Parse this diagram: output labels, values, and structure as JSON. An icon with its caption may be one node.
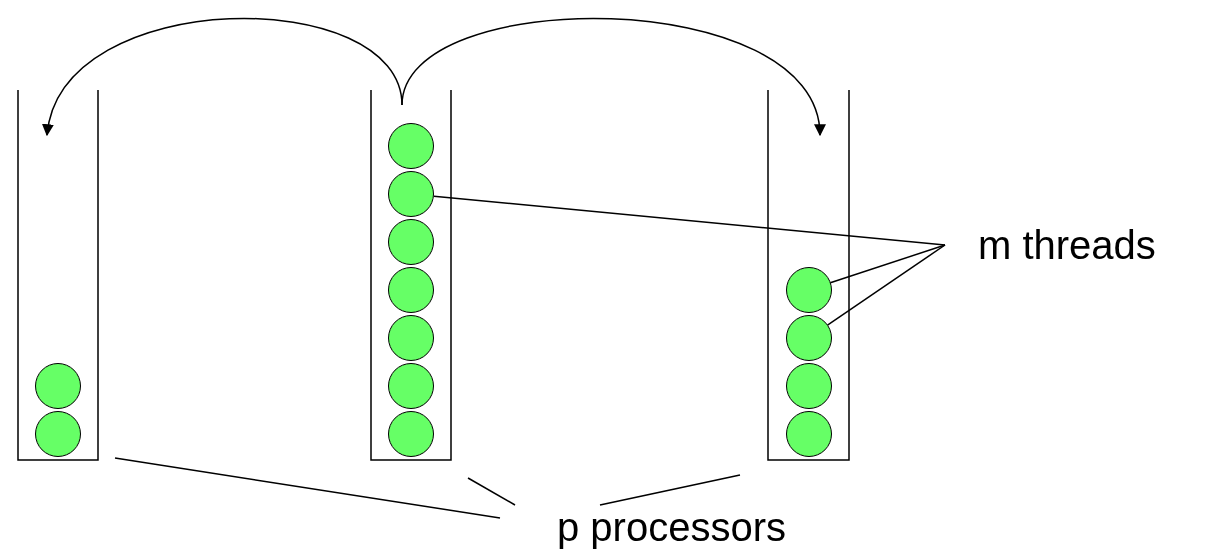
{
  "diagram": {
    "nodes": [
      {
        "text": [],
        "shape": "box"
      },
      {
        "text": [],
        "shape": "circle",
        "in": 0
      },
      {
        "text": [],
        "shape": "circle",
        "in": 0
      },
      {
        "text": [],
        "shape": "box"
      },
      {
        "text": [],
        "shape": "circle",
        "in": 3
      },
      {
        "text": [],
        "shape": "circle",
        "in": 3
      },
      {
        "text": [],
        "shape": "circle",
        "in": 3
      },
      {
        "text": [],
        "shape": "circle",
        "in": 3
      },
      {
        "text": [],
        "shape": "circle",
        "in": 3
      },
      {
        "text": [],
        "shape": "circle",
        "in": 3
      },
      {
        "text": [],
        "shape": "circle",
        "in": 3
      },
      {
        "text": [],
        "shape": "box"
      },
      {
        "text": [],
        "shape": "circle",
        "in": 11
      },
      {
        "text": [],
        "shape": "circle",
        "in": 11
      },
      {
        "text": [],
        "shape": "circle",
        "in": 11
      },
      {
        "text": [],
        "shape": "circle",
        "in": 11
      },
      {
        "text": [
          "m threads"
        ]
      },
      {
        "text": [
          "p processors"
        ]
      }
    ],
    "edges": [
      {
        "from": 3,
        "to": 0,
        "arrow": "to"
      },
      {
        "from": 3,
        "to": 11,
        "arrow": "to"
      },
      {
        "from": 16,
        "to": 5,
        "arrow": "none"
      },
      {
        "from": 16,
        "to": 12,
        "arrow": "none"
      },
      {
        "from": 16,
        "to": 13,
        "arrow": "none"
      },
      {
        "from": 17,
        "to": 0,
        "arrow": "none"
      },
      {
        "from": 17,
        "to": 3,
        "arrow": "none"
      },
      {
        "from": 17,
        "to": 11,
        "arrow": "none"
      }
    ]
  }
}
